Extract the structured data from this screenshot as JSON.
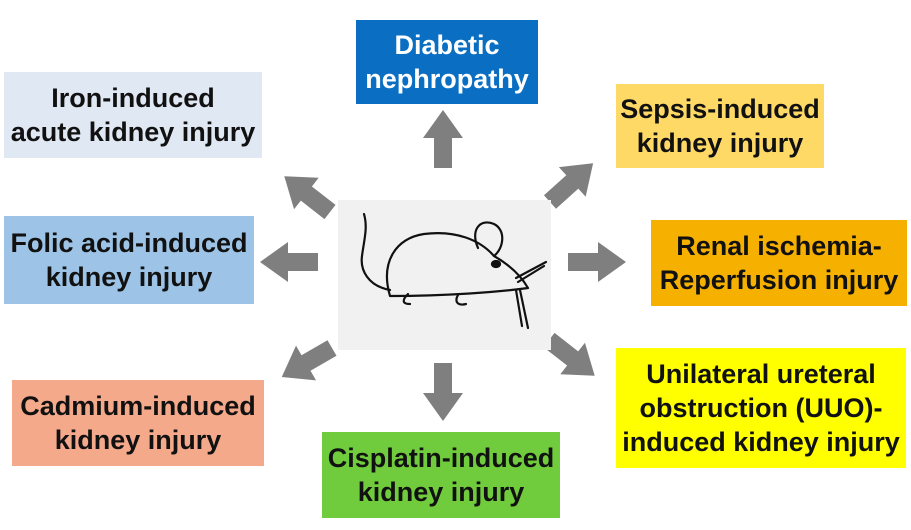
{
  "colors": {
    "diabetic": "#0a6fc2",
    "iron": "#dfe8f3",
    "sepsis": "#ffd966",
    "folic": "#9dc3e6",
    "renal": "#f5b000",
    "cadmium": "#f4a98b",
    "unilateral": "#ffff00",
    "cisplatin": "#70cc3c",
    "arrow": "#7f7f7f"
  },
  "boxes": {
    "diabetic": {
      "line1": "Diabetic",
      "line2": "nephropathy"
    },
    "iron": {
      "line1": "Iron-induced",
      "line2": "acute kidney injury"
    },
    "sepsis": {
      "line1": "Sepsis-induced",
      "line2": "kidney injury"
    },
    "folic": {
      "line1": "Folic acid-induced",
      "line2": "kidney injury"
    },
    "renal": {
      "line1": "Renal ischemia-",
      "line2": "Reperfusion injury"
    },
    "cadmium": {
      "line1": "Cadmium-induced",
      "line2": "kidney injury"
    },
    "unilateral": {
      "line1": "Unilateral ureteral",
      "line2": "obstruction (UUO)-",
      "line3": "induced kidney injury"
    },
    "cisplatin": {
      "line1": "Cisplatin-induced",
      "line2": "kidney injury"
    }
  },
  "center": {
    "icon": "mouse-sketch-icon"
  }
}
